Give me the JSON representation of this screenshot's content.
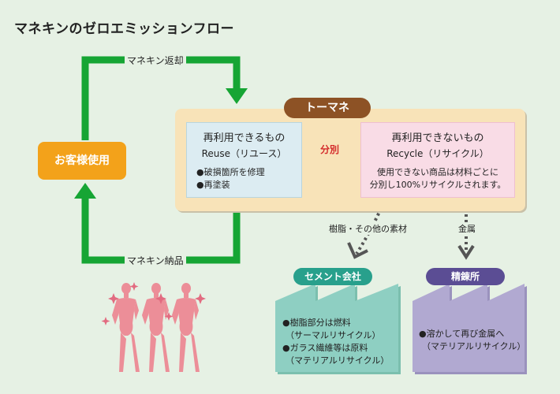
{
  "title": "マネキンのゼロエミッションフロー",
  "labels": {
    "return": "マネキン返却",
    "delivery": "マネキン納品",
    "resin": "樹脂・その他の素材",
    "metal": "金属",
    "bunbetsu": "分別"
  },
  "customer": "お客様使用",
  "toomane": "トーマネ",
  "reuse": {
    "title": "再利用できるもの",
    "subtitle": "Reuse（リユース）",
    "items": [
      "●破損箇所を修理",
      "●再塗装"
    ]
  },
  "recycle": {
    "title": "再利用できないもの",
    "subtitle": "Recycle（リサイクル）",
    "note_lines": [
      "使用できない商品は材料ごとに",
      "分別し100%リサイクルされます。"
    ]
  },
  "cement": {
    "name": "セメント会社",
    "lines": [
      "●樹脂部分は燃料",
      "（サーマルリサイクル）",
      "●ガラス繊維等は原料",
      "（マテリアルリサイクル）"
    ]
  },
  "refinery": {
    "name": "精錬所",
    "lines": [
      "●溶かして再び金属へ",
      "（マテリアルリサイクル）"
    ]
  },
  "colors": {
    "background": "#e6f1e4",
    "arrow_green": "#16a534",
    "panel": "#f8e3b8",
    "tab_brown": "#8d5225",
    "reuse_blue": "#dcecf2",
    "recycle_pink": "#f9dce6",
    "customer_orange": "#f3a21a",
    "cement_teal": "#8ecfc2",
    "refinery_purple": "#b1a9d1",
    "mannequin_pink": "#ec8e98",
    "split_red": "#d42a2a"
  }
}
